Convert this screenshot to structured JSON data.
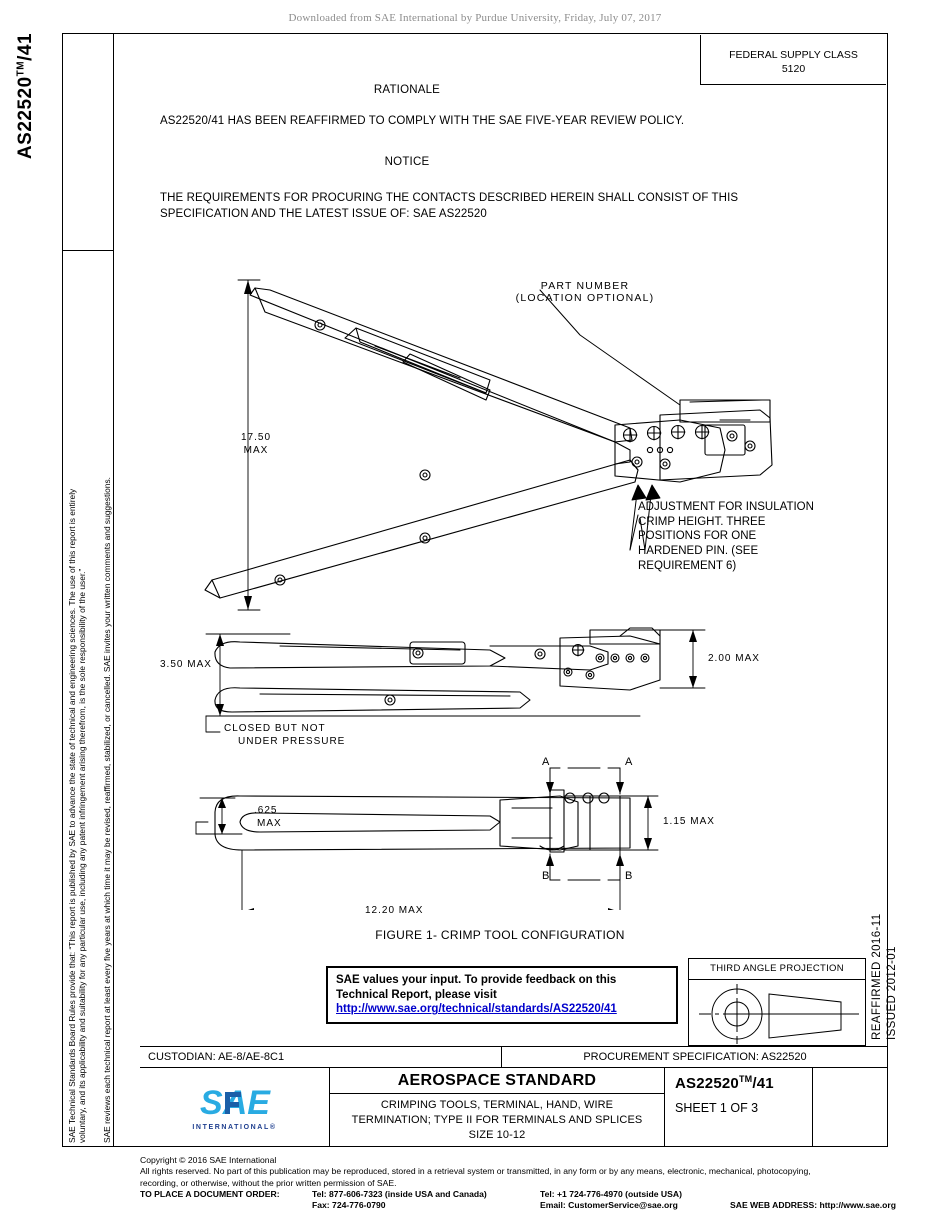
{
  "download_header": "Downloaded from SAE International by Purdue University, Friday, July 07, 2017",
  "sidebar": {
    "doc_code": "AS22520",
    "doc_code_tm": "TM",
    "doc_code_suffix": "/41",
    "legal_line_1": "SAE Technical Standards Board Rules provide that: “This report is published by SAE to advance the state of technical and engineering sciences.  The use of this report is entirely",
    "legal_line_2": "voluntary, and its applicability and suitability for any particular use, including any patent infringement arising therefrom, is the sole responsibility of the user.”",
    "legal_line_3": "SAE reviews each technical report at least every five years at which time it may be revised, reaffirmed, stabilized, or cancelled. SAE invites your written comments and suggestions."
  },
  "right_band": {
    "reaffirmed": "REAFFIRMED 2016-11",
    "issued": "ISSUED 2012-01"
  },
  "fsc": {
    "label": "FEDERAL SUPPLY CLASS",
    "value": "5120"
  },
  "rationale": {
    "heading": "RATIONALE",
    "text": "AS22520/41 HAS BEEN REAFFIRMED TO COMPLY WITH THE SAE FIVE-YEAR REVIEW POLICY."
  },
  "notice": {
    "heading": "NOTICE",
    "line_1": "THE REQUIREMENTS FOR PROCURING THE CONTACTS DESCRIBED HEREIN SHALL CONSIST OF THIS",
    "line_2": "SPECIFICATION AND THE LATEST ISSUE OF:  SAE AS22520"
  },
  "figure": {
    "caption": "FIGURE 1- CRIMP TOOL CONFIGURATION",
    "callout_part_number_l1": "PART NUMBER",
    "callout_part_number_l2": "(LOCATION  OPTIONAL)",
    "dim_overall_length": "17.50",
    "dim_overall_length_qual": "MAX",
    "note_adjust_l1": "ADJUSTMENT FOR INSULATION",
    "note_adjust_l2": "CRIMP HEIGHT.  THREE",
    "note_adjust_l3": "POSITIONS FOR ONE",
    "note_adjust_l4": "HARDENED PIN. (SEE",
    "note_adjust_l5": "REQUIREMENT 6)",
    "dim_height_side": "3.50  MAX",
    "note_closed_l1": "CLOSED BUT NOT",
    "note_closed_l2": "UNDER PRESSURE",
    "dim_width_side": "2.00  MAX",
    "dim_thickness_l1": ".625",
    "dim_thickness_l2": "MAX",
    "dim_head_width": "1.15  MAX",
    "dim_length_top": "12.20  MAX",
    "section_a_left": "A",
    "section_a_right": "A",
    "section_b_left": "B",
    "section_b_right": "B"
  },
  "feedback": {
    "line_1": "SAE values your input. To provide feedback on this",
    "line_2": "Technical Report, please visit",
    "url": "http://www.sae.org/technical/standards/AS22520/41"
  },
  "third_angle": {
    "heading": "THIRD ANGLE PROJECTION"
  },
  "custodian_row": {
    "custodian": "CUSTODIAN: AE-8/AE-8C1",
    "procurement": "PROCUREMENT SPECIFICATION: AS22520"
  },
  "title_block": {
    "logo_text": "SAE",
    "logo_sub": "INTERNATIONAL®",
    "standard_type": "AEROSPACE STANDARD",
    "title_l1": "CRIMPING TOOLS, TERMINAL, HAND, WIRE",
    "title_l2": "TERMINATION; TYPE II FOR TERMINALS AND SPLICES",
    "title_l3": "SIZE 10-12",
    "doc_number": "AS22520",
    "doc_number_tm": "TM",
    "doc_number_suffix": "/41",
    "sheet": "SHEET 1 OF 3"
  },
  "footer": {
    "copyright": "Copyright © 2016 SAE International",
    "rights_l1": "All rights reserved. No part of this publication may be reproduced, stored in a retrieval system or transmitted, in any form or by any means, electronic, mechanical, photocopying,",
    "rights_l2": "recording, or otherwise, without the prior written permission of SAE.",
    "order_label": "TO PLACE A DOCUMENT ORDER:",
    "tel_inside": "Tel: 877-606-7323 (inside USA and Canada)",
    "tel_outside": "Tel: +1 724-776-4970 (outside USA)",
    "fax": "Fax: 724-776-0790",
    "email": "Email: CustomerService@sae.org",
    "web": "SAE WEB ADDRESS: http://www.sae.org"
  },
  "colors": {
    "link": "#0000cc",
    "logo_blue_light": "#29ABE2",
    "logo_blue_dark": "#1B5FA8",
    "header_gray": "#8c8c8c"
  }
}
